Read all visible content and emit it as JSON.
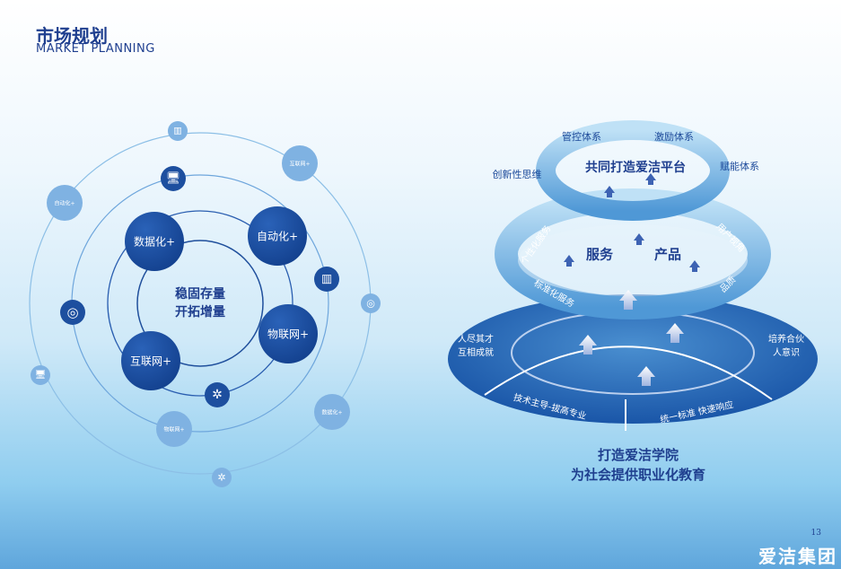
{
  "header": {
    "title_cn": "市场规划",
    "title_en": "MARKET PLANNING"
  },
  "left_diagram": {
    "center": [
      "稳固存量",
      "开拓增量"
    ],
    "inner_bubbles": [
      "数据化+",
      "自动化+",
      "物联网+",
      "互联网+"
    ],
    "outer_bubbles": [
      "互联网+",
      "自动化+",
      "数据化+",
      "物联网+"
    ],
    "icons": [
      "chart-icon",
      "monitor-icon",
      "globe-icon",
      "network-icon"
    ]
  },
  "right_diagram": {
    "top": {
      "title": "共同打造爱洁平台",
      "labels": [
        "管控体系",
        "激励体系",
        "创新性思维",
        "赋能体系"
      ]
    },
    "middle": {
      "labels": [
        "服务",
        "产品"
      ],
      "ring_labels": [
        "个性化服务",
        "用户视角",
        "标准化服务",
        "品质"
      ]
    },
    "base": {
      "left": [
        "人尽其才",
        "互相成就"
      ],
      "right": [
        "培养合伙",
        "人意识"
      ],
      "arc_left": "技术主导-拔高专业",
      "arc_right": "统一标准  快速响应"
    },
    "footer": [
      "打造爱洁学院",
      "为社会提供职业化教育"
    ]
  },
  "footer": {
    "logo": "爱洁集团",
    "page": "13"
  }
}
